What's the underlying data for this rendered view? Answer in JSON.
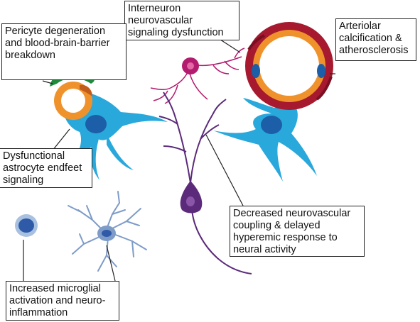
{
  "labels": {
    "interneuron": [
      "Interneuron",
      "neurovascular",
      "signaling dysfunction"
    ],
    "pericyte": [
      "Pericyte degeneration",
      "and blood-brain-barrier",
      "breakdown"
    ],
    "arteriolar": [
      "Arteriolar",
      "calcification &",
      "atherosclerosis"
    ],
    "astrocyte": [
      "Dysfunctional",
      "astrocyte endfeet",
      "signaling"
    ],
    "coupling": [
      "Decreased neurovascular",
      "coupling & delayed",
      "hyperemic response to",
      "neural activity"
    ],
    "microglia": [
      "Increased microglial",
      "activation and neuro-",
      "inflammation"
    ]
  },
  "colors": {
    "astrocyte": "#29a8dc",
    "astrocyte_nucleus": "#1c5ea8",
    "pericyte": "#1f8a3c",
    "endothelium": "#f0922b",
    "arteriole_outer": "#a6192e",
    "interneuron": "#b31b6e",
    "pyramidal_neuron": "#5b2a7a",
    "microglia": "#7e9cc8",
    "microglia_nucleus": "#2f5aa8"
  }
}
